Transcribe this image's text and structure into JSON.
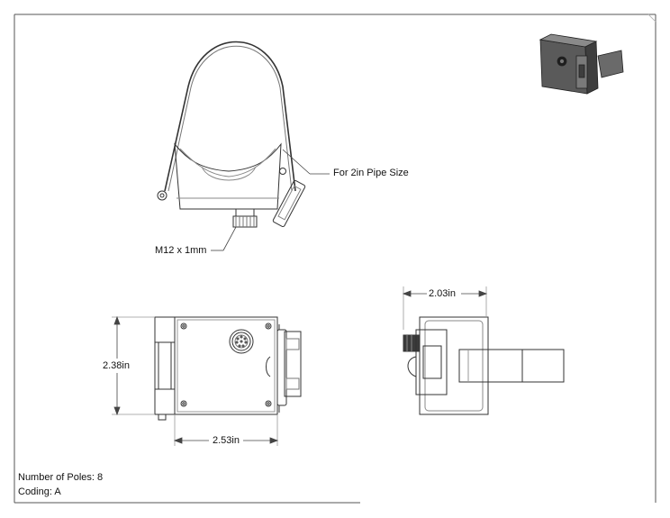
{
  "callouts": {
    "pipe_size": "For 2in Pipe Size",
    "thread": "M12 x 1mm"
  },
  "dimensions": {
    "height": "2.38in",
    "width": "2.53in",
    "depth": "2.03in"
  },
  "notes": {
    "poles": "Number of Poles: 8",
    "coding": "Coding: A"
  },
  "colors": {
    "line": "#333333",
    "thumbnail_body": "#5a5a5a"
  }
}
